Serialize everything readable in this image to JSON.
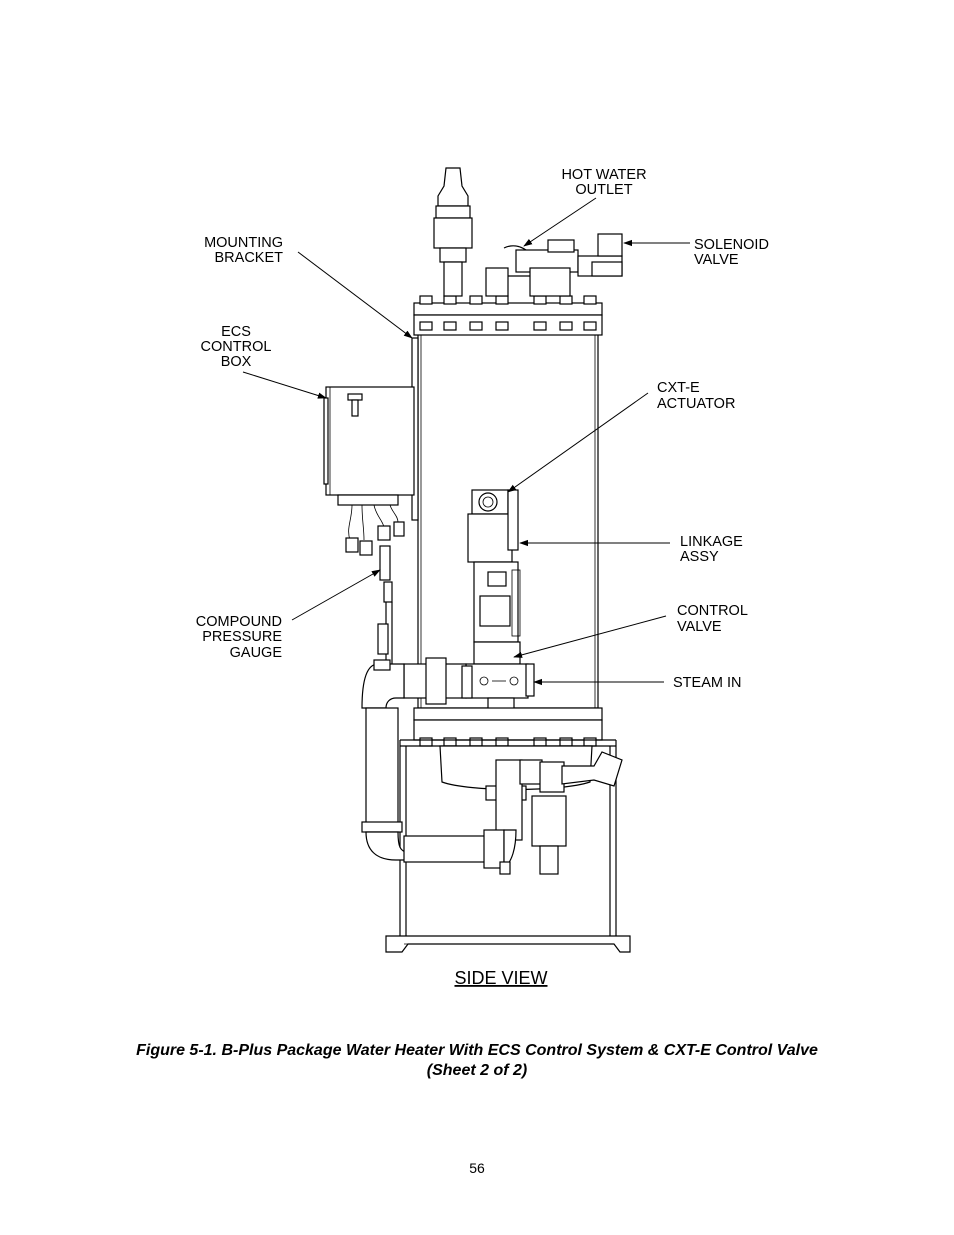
{
  "labels": {
    "hot_water_outlet_1": "HOT WATER",
    "hot_water_outlet_2": "OUTLET",
    "mounting_bracket_1": "MOUNTING",
    "mounting_bracket_2": "BRACKET",
    "solenoid_valve_1": "SOLENOID",
    "solenoid_valve_2": "VALVE",
    "ecs_control_box_1": "ECS",
    "ecs_control_box_2": "CONTROL",
    "ecs_control_box_3": "BOX",
    "cxt_e_actuator_1": "CXT-E",
    "cxt_e_actuator_2": "ACTUATOR",
    "linkage_assy_1": "LINKAGE",
    "linkage_assy_2": "ASSY",
    "compound_pressure_gauge_1": "COMPOUND",
    "compound_pressure_gauge_2": "PRESSURE",
    "compound_pressure_gauge_3": "GAUGE",
    "control_valve_1": "CONTROL",
    "control_valve_2": "VALVE",
    "steam_in": "STEAM IN"
  },
  "view_title": "SIDE VIEW",
  "caption": {
    "line1": "Figure 5-1.  B-Plus Package Water Heater With ECS Control System & CXT-E Control Valve",
    "line2": "(Sheet 2 of 2)"
  },
  "page_number": "56"
}
